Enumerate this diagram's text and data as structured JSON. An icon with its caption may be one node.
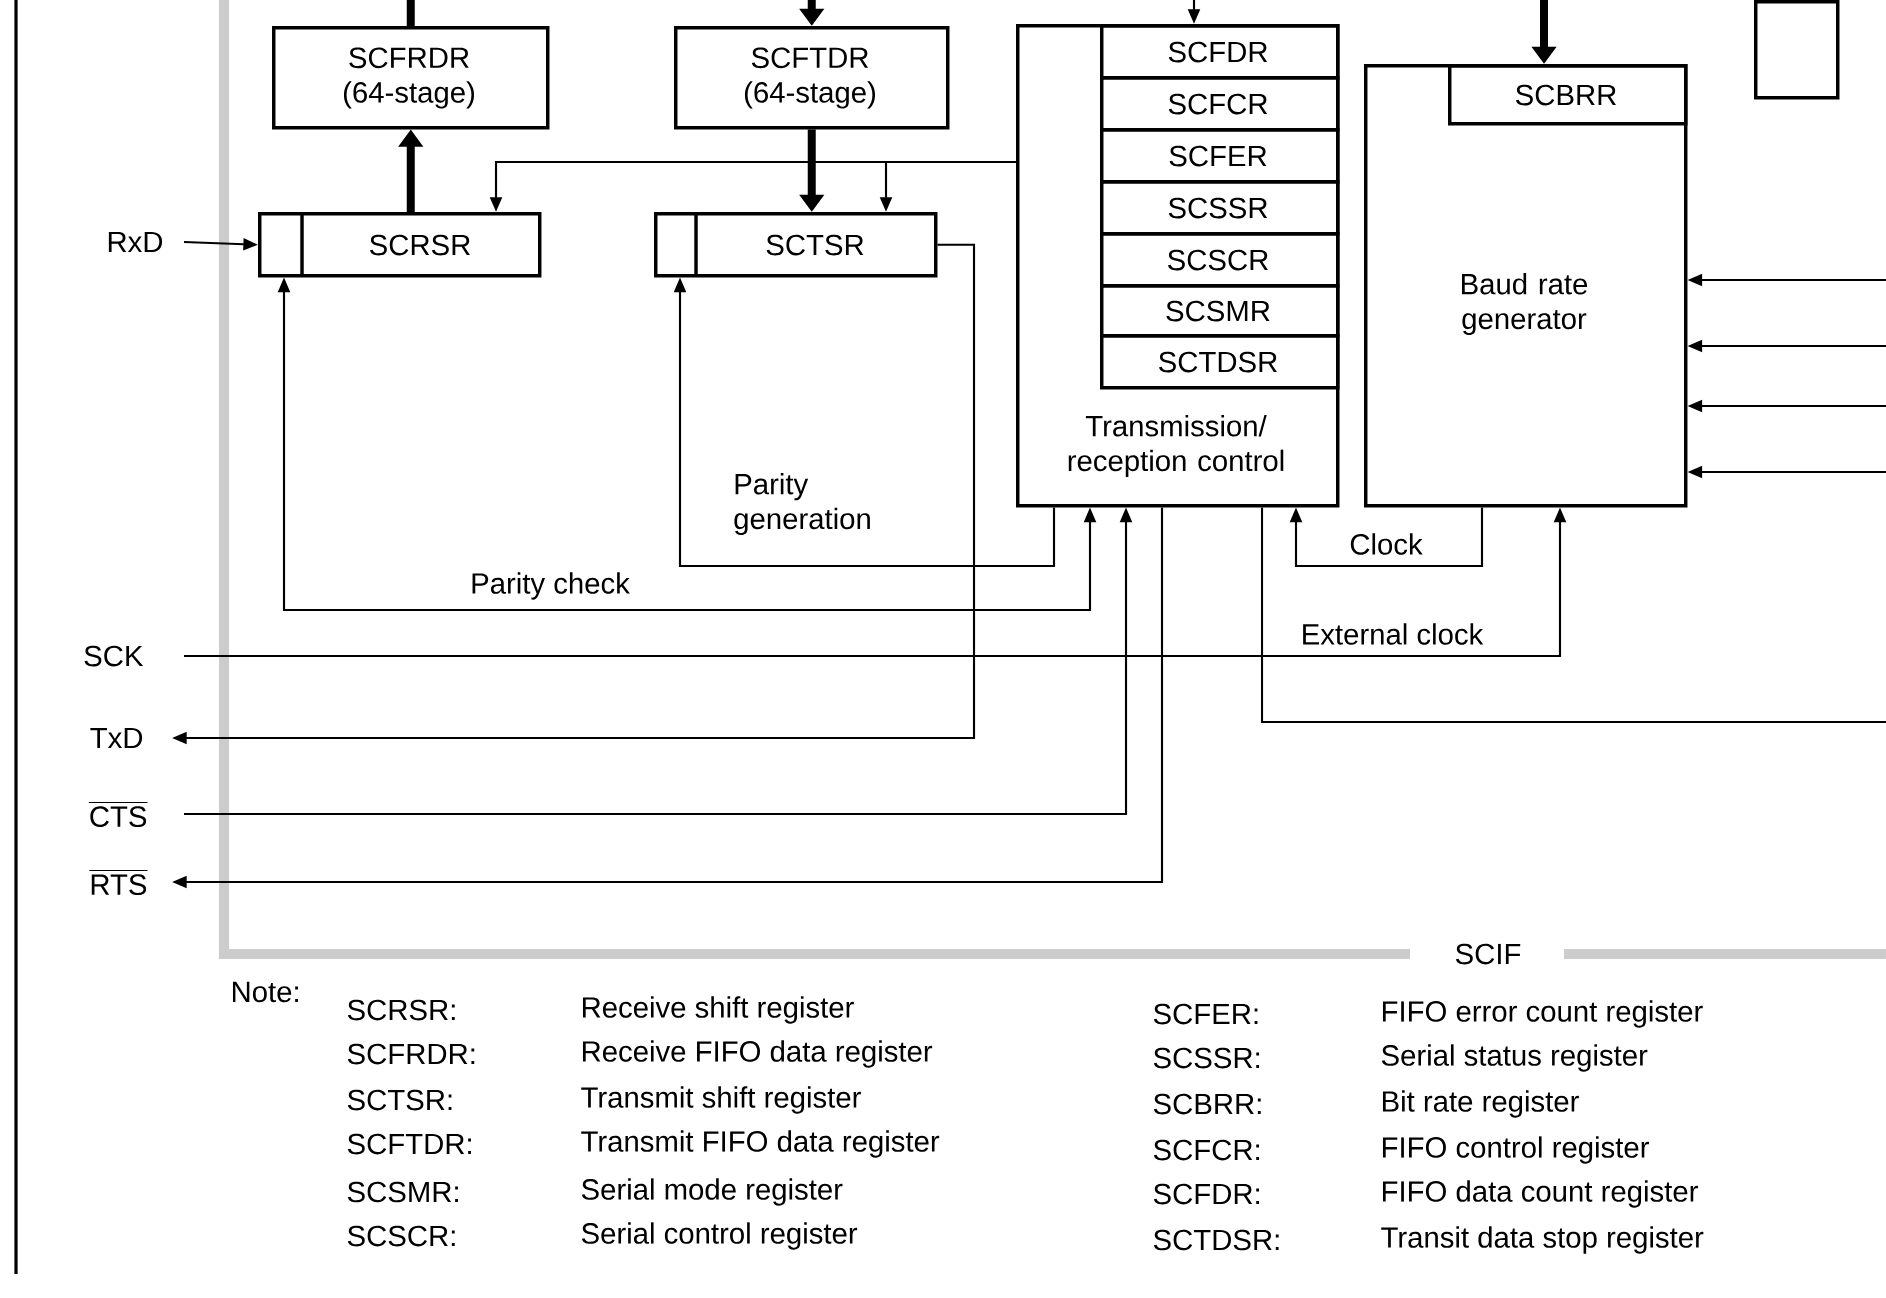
{
  "diagram": {
    "nodes": [
      {
        "text": [
          "SCIF"
        ]
      },
      {
        "text": [
          "SCFRDR (64-stage)"
        ],
        "in": 0
      },
      {
        "text": [
          "SCFTDR (64-stage)"
        ],
        "in": 0
      },
      {
        "text": [
          "SCRSR"
        ],
        "in": 0
      },
      {
        "text": [
          "SCTSR"
        ],
        "in": 0
      },
      {
        "text": [
          "Transmission/ reception control"
        ],
        "in": 0
      },
      {
        "text": [
          "SCFDR"
        ],
        "in": 5
      },
      {
        "text": [
          "SCFCR"
        ],
        "in": 5
      },
      {
        "text": [
          "SCFER"
        ],
        "in": 5
      },
      {
        "text": [
          "SCSSR"
        ],
        "in": 5
      },
      {
        "text": [
          "SCSCR"
        ],
        "in": 5
      },
      {
        "text": [
          "SCSMR"
        ],
        "in": 5
      },
      {
        "text": [
          "SCTDSR"
        ],
        "in": 5
      },
      {
        "text": [
          "Baud rate generator"
        ],
        "in": 0
      },
      {
        "text": [
          "SCBRR"
        ],
        "in": 13
      },
      {
        "text": [],
        "shape": "box",
        "in": 0
      },
      {
        "text": [
          "RxD"
        ]
      },
      {
        "text": [
          "SCK"
        ]
      },
      {
        "text": [
          "TxD"
        ]
      },
      {
        "text": [
          "CTS"
        ]
      },
      {
        "text": [
          "RTS"
        ]
      }
    ],
    "edges": [
      {
        "from": 1,
        "to": null,
        "arrow": "none",
        "style": "thick"
      },
      {
        "from": null,
        "to": 2,
        "arrow": "to",
        "style": "thick"
      },
      {
        "from": 3,
        "to": 1,
        "arrow": "to",
        "style": "thick"
      },
      {
        "from": 2,
        "to": 4,
        "arrow": "to",
        "style": "thick"
      },
      {
        "from": null,
        "to": 5,
        "arrow": "to"
      },
      {
        "from": null,
        "to": 14,
        "arrow": "to",
        "style": "thick"
      },
      {
        "from": 5,
        "to": 3,
        "arrow": "to"
      },
      {
        "from": 5,
        "to": 4,
        "arrow": "to"
      },
      {
        "from": 4,
        "to": 18,
        "arrow": "to"
      },
      {
        "from": 5,
        "to": 4,
        "arrow": "to",
        "label": "Parity generation"
      },
      {
        "from": 3,
        "to": 5,
        "arrow": "both",
        "label": "Parity check"
      },
      {
        "from": 19,
        "to": 5,
        "arrow": "to"
      },
      {
        "from": 5,
        "to": 20,
        "arrow": "to"
      },
      {
        "from": 5,
        "to": null,
        "arrow": "none"
      },
      {
        "from": 13,
        "to": 5,
        "arrow": "to",
        "label": "Clock"
      },
      {
        "from": 17,
        "to": 13,
        "arrow": "to",
        "label": "External clock"
      },
      {
        "from": null,
        "to": 13,
        "arrow": "to"
      },
      {
        "from": null,
        "to": 13,
        "arrow": "to"
      },
      {
        "from": null,
        "to": 13,
        "arrow": "to"
      },
      {
        "from": null,
        "to": 13,
        "arrow": "to"
      },
      {
        "from": 16,
        "to": 3,
        "arrow": "to"
      }
    ],
    "labels": [
      "Note:",
      "SCRSR:",
      "Receive shift register",
      "SCFER:",
      "FIFO error count register",
      "SCFRDR:",
      "Receive FIFO data register",
      "SCSSR:",
      "Serial status register",
      "SCTSR:",
      "Transmit shift register",
      "SCBRR:",
      "Bit rate register",
      "SCFTDR:",
      "Transmit FIFO data register",
      "SCFCR:",
      "FIFO control register",
      "SCSMR:",
      "Serial mode register",
      "SCFDR:",
      "FIFO data count register",
      "SCSCR:",
      "Serial control register",
      "SCTDSR:",
      "Transit data stop register"
    ]
  }
}
